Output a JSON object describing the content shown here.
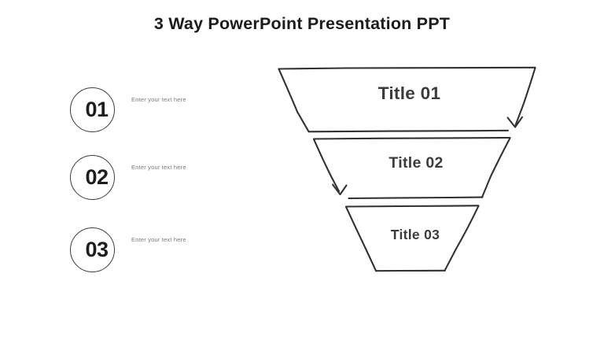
{
  "slide": {
    "title": "3 Way PowerPoint Presentation PPT",
    "background_color": "#ffffff",
    "title_color": "#1c1c1c",
    "outline_color": "#3c3c3c"
  },
  "legend": {
    "items": [
      {
        "number": "01",
        "text": "Enter your text here"
      },
      {
        "number": "02",
        "text": "Enter your text here"
      },
      {
        "number": "03",
        "text": "Enter your text here"
      }
    ]
  },
  "funnel": {
    "label_color": "#3b3b3b",
    "segments": [
      {
        "label": "Title  01"
      },
      {
        "label": "Title  02"
      },
      {
        "label": "Title  03"
      }
    ]
  }
}
